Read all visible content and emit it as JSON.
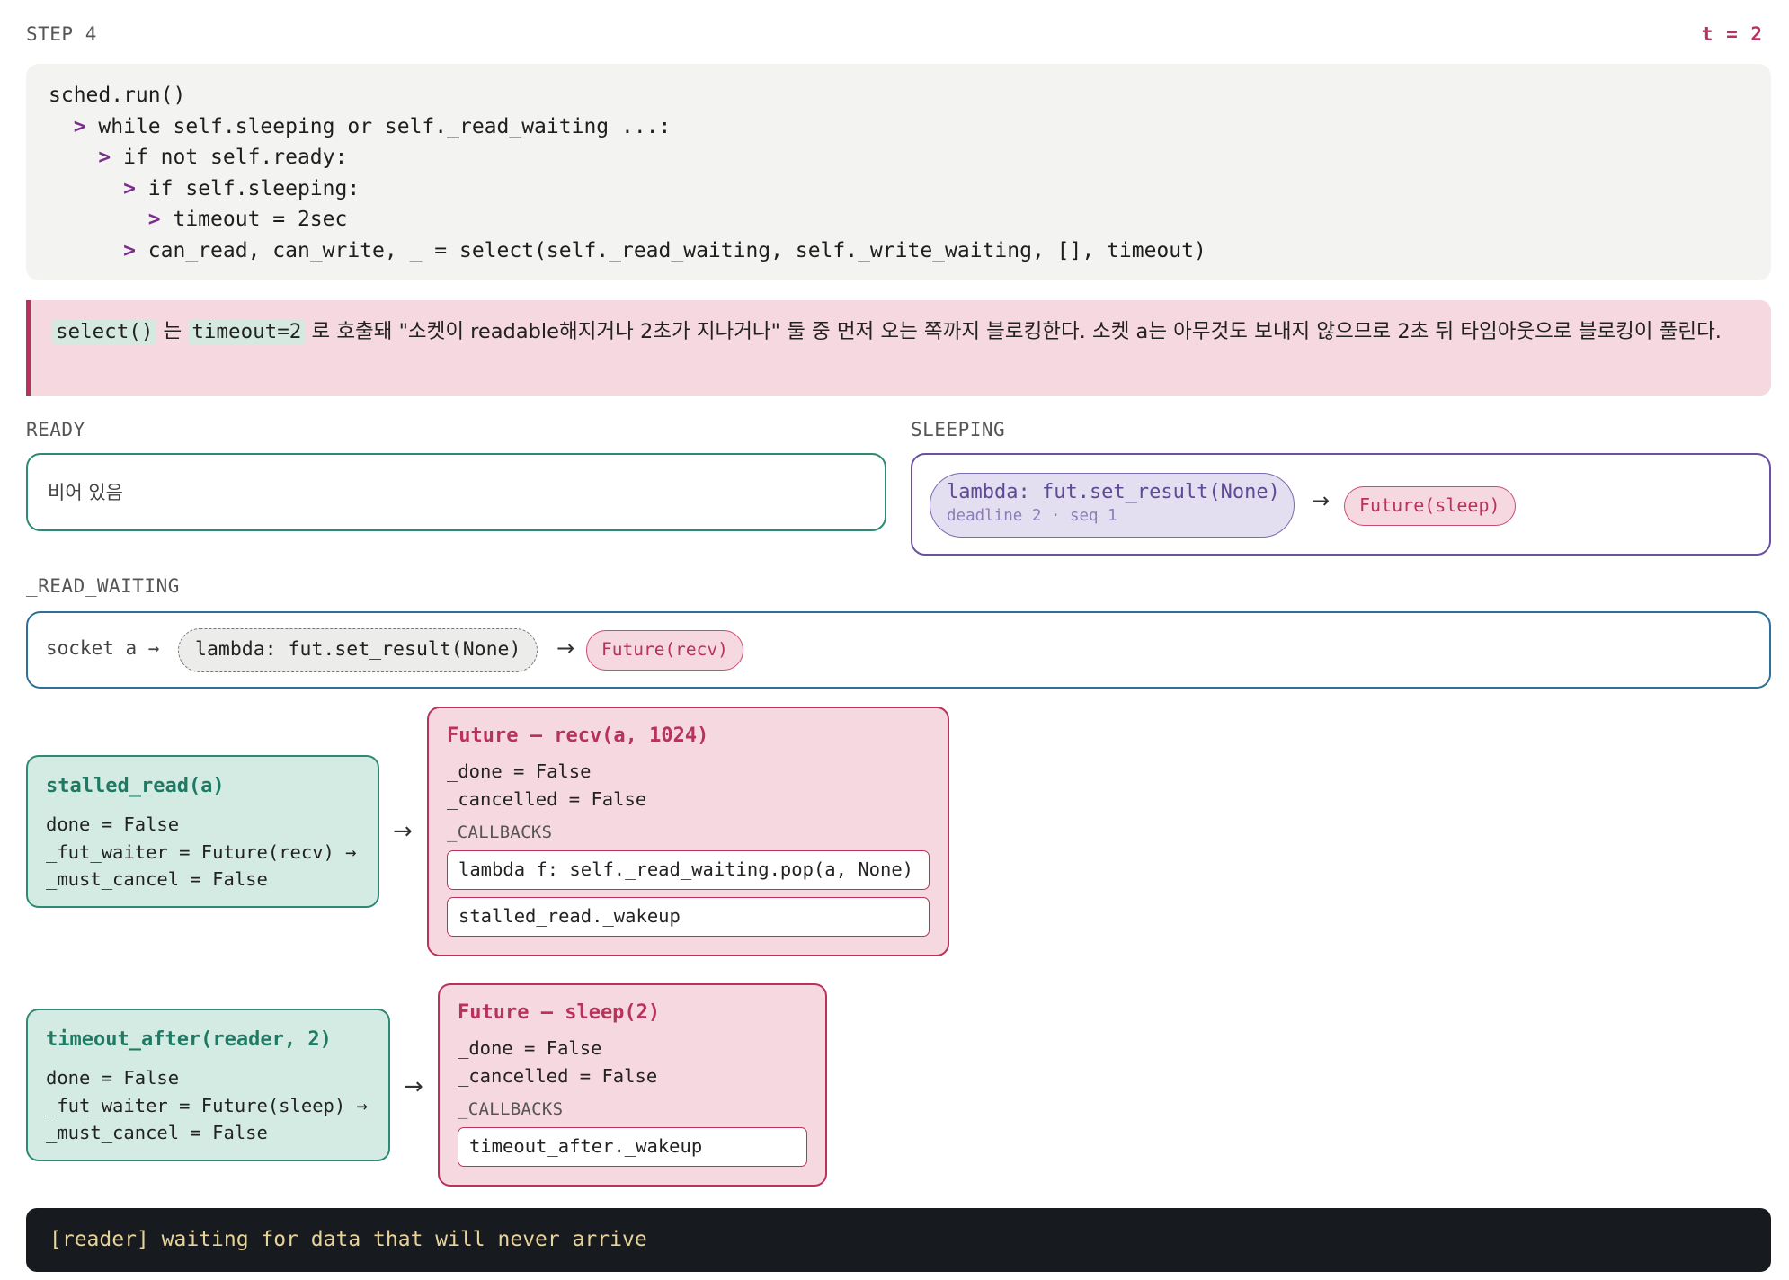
{
  "header": {
    "step": "STEP 4",
    "time": "t = 2"
  },
  "code": {
    "lines": [
      {
        "indent": "",
        "caret": "",
        "text": "sched.run()"
      },
      {
        "indent": "  ",
        "caret": ">",
        "text": " while self.sleeping or self._read_waiting ...:"
      },
      {
        "indent": "    ",
        "caret": ">",
        "text": " if not self.ready:"
      },
      {
        "indent": "      ",
        "caret": ">",
        "text": " if self.sleeping:"
      },
      {
        "indent": "        ",
        "caret": ">",
        "text": " timeout = 2sec"
      },
      {
        "indent": "      ",
        "caret": ">",
        "text": " can_read, can_write, _ = select(self._read_waiting, self._write_waiting, [], timeout)"
      }
    ]
  },
  "note": {
    "code1": "select()",
    "text1": " 는 ",
    "code2": "timeout=2",
    "text2": " 로 호출돼 \"소켓이 readable해지거나 2초가 지나거나\" 둘 중 먼저 오는 쪽까지 블로킹한다. 소켓 a는 아무것도 보내지 않으므로 2초 뒤 타임아웃으로 블로킹이 풀린다."
  },
  "ready": {
    "label": "READY",
    "empty_text": "비어 있음"
  },
  "sleeping": {
    "label": "SLEEPING",
    "entry": {
      "callback": "lambda: fut.set_result(None)",
      "meta": "deadline 2 · seq 1",
      "arrow": "→",
      "future": "Future(sleep)"
    }
  },
  "read_waiting": {
    "label": "_READ_WAITING",
    "entry": {
      "socket": "socket a →",
      "callback": "lambda: fut.set_result(None)",
      "arrow": "→",
      "future": "Future(recv)"
    }
  },
  "tasks": [
    {
      "title": "stalled_read(a)",
      "fields": [
        "done = False",
        "_fut_waiter = Future(recv) →",
        "_must_cancel = False"
      ],
      "arrow": "→",
      "future": {
        "title": "Future — recv(a, 1024)",
        "fields": [
          "_done = False",
          "_cancelled = False"
        ],
        "callbacks_label": "_CALLBACKS",
        "callbacks": [
          "lambda f: self._read_waiting.pop(a, None)",
          "stalled_read._wakeup"
        ]
      }
    },
    {
      "title": "timeout_after(reader, 2)",
      "fields": [
        "done = False",
        "_fut_waiter = Future(sleep) →",
        "_must_cancel = False"
      ],
      "arrow": "→",
      "future": {
        "title": "Future — sleep(2)",
        "fields": [
          "_done = False",
          "_cancelled = False"
        ],
        "callbacks_label": "_CALLBACKS",
        "callbacks": [
          "timeout_after._wakeup"
        ]
      }
    }
  ],
  "terminal": {
    "output": "[reader] waiting for data that will never arrive"
  },
  "colors": {
    "accent_pink": "#b8325c",
    "task_green": "#2f8a73",
    "sleep_purple": "#6a52a3",
    "read_blue": "#2f6f99",
    "terminal_bg": "#171b1f",
    "terminal_fg": "#e8d49a"
  }
}
